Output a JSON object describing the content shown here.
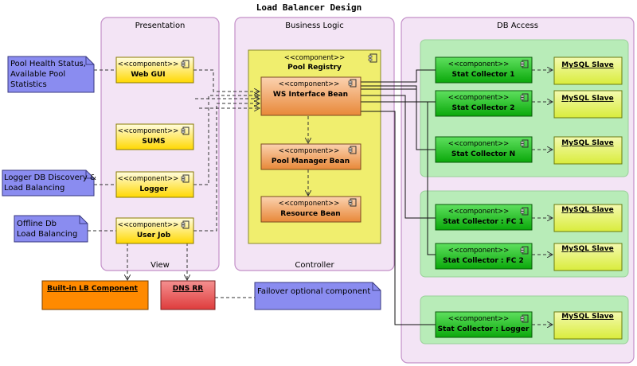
{
  "title": "Load Balancer Design",
  "stereotype": "<<component>>",
  "packages": {
    "presentation": {
      "name": "Presentation",
      "footer": "View"
    },
    "business": {
      "name": "Business Logic",
      "footer": "Controller"
    },
    "db": {
      "name": "DB Access"
    }
  },
  "components": {
    "webgui": "Web GUI",
    "sums": "SUMS",
    "logger": "Logger",
    "userjob": "User Job",
    "pool_registry": "Pool Registry",
    "ws_bean": "WS Interface Bean",
    "pool_manager": "Pool Manager Bean",
    "resource_bean": "Resource Bean",
    "sc1": "Stat Collector 1",
    "sc2": "Stat Collector 2",
    "scn": "Stat Collector N",
    "scfc1": "Stat Collector : FC 1",
    "scfc2": "Stat Collector : FC 2",
    "sclog": "Stat Collector : Logger",
    "mysql": "MySQL Slave",
    "builtin": "Built-in LB Component",
    "dnsrr": "DNS RR"
  },
  "notes": {
    "n1": [
      "Pool Health Status,",
      "Available Pool",
      "Statistics"
    ],
    "n2": [
      "Logger DB Discovery &",
      "Load Balancing"
    ],
    "n3": [
      "Offline Db",
      "Load Balancing"
    ],
    "n4": [
      "Failover optional component"
    ]
  },
  "colors": {
    "package_fill": "#f3e4f5",
    "package_stroke": "#c38fc8",
    "group_fill": "#b8ecb8",
    "yellow_comp": "#fff07a",
    "orange_comp": "#f2a266",
    "green_comp": "#1bbf1b",
    "slave": "#e8f56c",
    "note": "#8a8cf0",
    "builtin": "#ff8a00",
    "dns": "#e85050"
  }
}
